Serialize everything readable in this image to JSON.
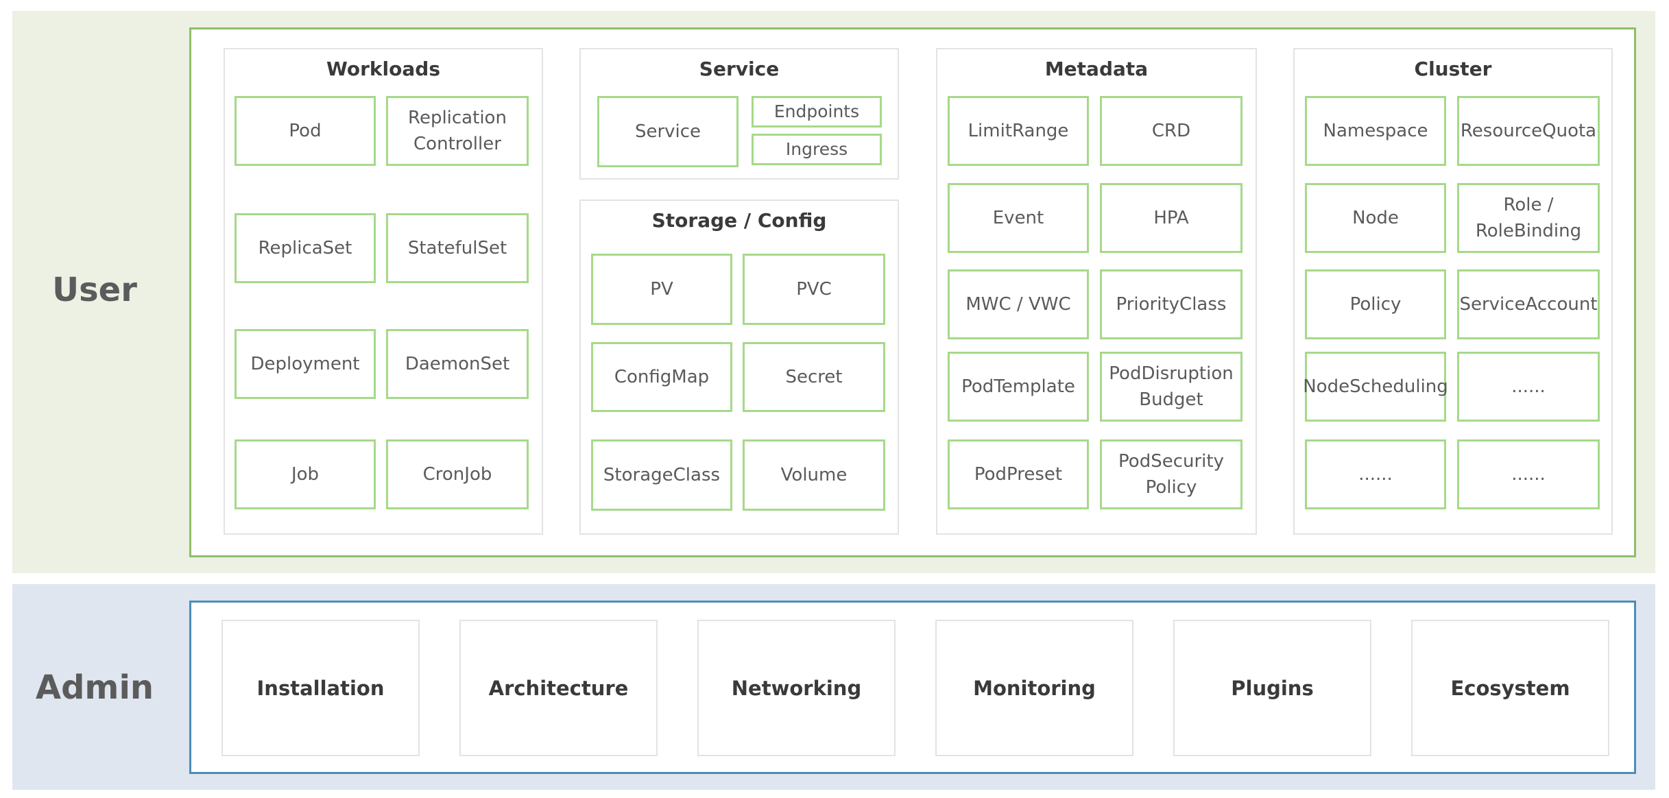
{
  "user": {
    "label": "User",
    "workloads": {
      "title": "Workloads",
      "items": [
        "Pod",
        "Replication\nController",
        "ReplicaSet",
        "StatefulSet",
        "Deployment",
        "DaemonSet",
        "Job",
        "CronJob"
      ]
    },
    "service": {
      "title": "Service",
      "items": [
        "Service",
        "Endpoints",
        "Ingress"
      ]
    },
    "storage": {
      "title": "Storage / Config",
      "items": [
        "PV",
        "PVC",
        "ConfigMap",
        "Secret",
        "StorageClass",
        "Volume"
      ]
    },
    "metadata": {
      "title": "Metadata",
      "items": [
        "LimitRange",
        "CRD",
        "Event",
        "HPA",
        "MWC / VWC",
        "PriorityClass",
        "PodTemplate",
        "PodDisruption\nBudget",
        "PodPreset",
        "PodSecurity\nPolicy"
      ]
    },
    "cluster": {
      "title": "Cluster",
      "items": [
        "Namespace",
        "ResourceQuota",
        "Node",
        "Role /\nRoleBinding",
        "Policy",
        "ServiceAccount",
        "NodeScheduling",
        "......",
        "......",
        "......"
      ]
    }
  },
  "admin": {
    "label": "Admin",
    "items": [
      "Installation",
      "Architecture",
      "Networking",
      "Monitoring",
      "Plugins",
      "Ecosystem"
    ]
  },
  "colors": {
    "user_band": "#edf1e4",
    "admin_band": "#dfe6f0",
    "user_frame": "#8fbe6a",
    "admin_frame": "#4f8cb8",
    "resource_border": "#a6d98a"
  }
}
